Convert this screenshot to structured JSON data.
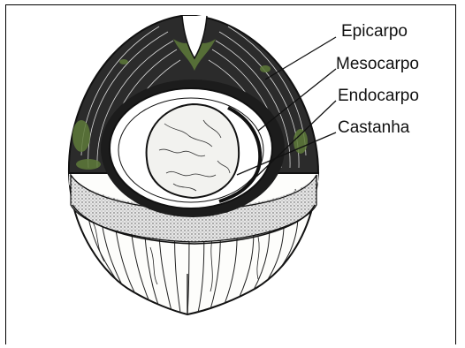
{
  "labels": {
    "epicarpo": "Epicarpo",
    "mesocarpo": "Mesocarpo",
    "endocarpo": "Endocarpo",
    "castanha": "Castanha"
  },
  "colors": {
    "ink": "#111111",
    "moss": "#5e7a3a",
    "seed": "#f2f2ef",
    "dots": "#d9d9d9"
  }
}
